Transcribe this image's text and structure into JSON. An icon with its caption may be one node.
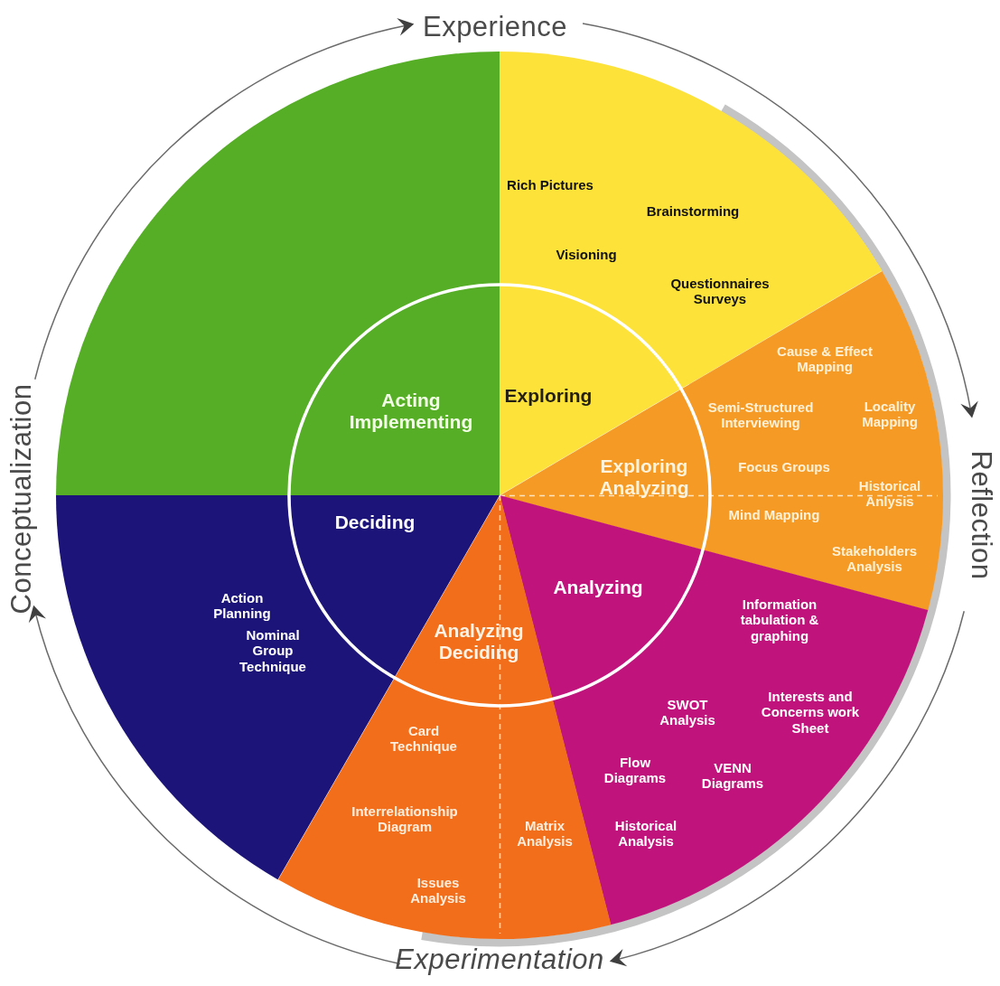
{
  "diagram": {
    "nodes": [
      {
        "text": [
          "Experience"
        ]
      },
      {
        "text": [
          "Acting Implementing"
        ]
      },
      {
        "text": [
          "Exploring",
          "Rich Pictures",
          "Brainstorming",
          "Visioning",
          "Questionnaires Surveys"
        ]
      },
      {
        "text": [
          "Conceptualization"
        ]
      },
      {
        "text": [
          "Reflection"
        ]
      },
      {
        "text": [
          "Exploring Analyzing",
          "Cause & Effect Mapping",
          "Semi-Structured Interviewing",
          "Locality Mapping",
          "Focus Groups",
          "Historical Anlysis",
          "Mind Mapping",
          "Stakeholders Analysis"
        ]
      },
      {
        "text": [
          "Deciding",
          "Action Planning",
          "Nominal Group Technique"
        ]
      },
      {
        "text": [
          "Analyzing",
          "Information tabulation & graphing",
          "SWOT Analysis",
          "Interests and Concerns work Sheet",
          "Flow Diagrams",
          "VENN Diagrams",
          "Historical Analysis"
        ]
      },
      {
        "text": [
          "Analyzing Deciding",
          "Card Technique",
          "Interrelationship Diagram",
          "Matrix Analysis",
          "Issues Analysis"
        ]
      },
      {
        "text": [
          "Experimentation"
        ]
      }
    ],
    "edges": [
      {
        "from": 0,
        "to": 4,
        "arrow": "to"
      },
      {
        "from": 4,
        "to": 9,
        "arrow": "to"
      },
      {
        "from": 9,
        "to": 3,
        "arrow": "to"
      },
      {
        "from": 3,
        "to": 0,
        "arrow": "to"
      }
    ]
  }
}
